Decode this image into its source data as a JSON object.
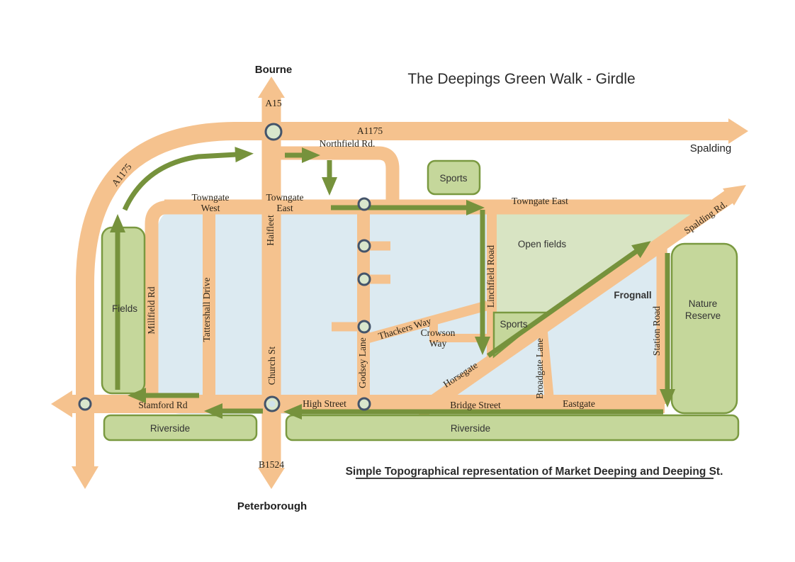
{
  "map": {
    "title": "The Deepings Green Walk - Girdle",
    "subtitle": "Simple Topographical representation of Market Deeping and Deeping St.",
    "places": {
      "north": "Bourne",
      "south": "Peterborough",
      "east": "Spalding"
    },
    "route_refs": {
      "a15": "A15",
      "a1175_top": "A1175",
      "a1175_curve": "A1175",
      "b1524": "B1524"
    },
    "roads": {
      "northfield": "Northfield Rd.",
      "towngate_west": [
        "Towngate",
        "West"
      ],
      "towngate_east": [
        "Towngate",
        "East"
      ],
      "towngate_east_far": "Towngate East",
      "spalding_rd": "Spalding Rd.",
      "halfleet": "Halfleet",
      "church_st": "Church St",
      "millfield": "Millfield Rd",
      "tattershall": "Tattershall Drive",
      "godsey": "Godsey Lane",
      "linchfield": "Linchfield Road",
      "broadgate": "Broadgate Lane",
      "station": "Station Road",
      "thackers": "Thackers Way",
      "crowson": [
        "Crowson",
        "Way"
      ],
      "horsegate": "Horsegate",
      "stamford": "Stamford Rd",
      "high_street": "High Street",
      "bridge_street": "Bridge Street",
      "eastgate": "Eastgate"
    },
    "areas": {
      "fields": "Fields",
      "sports_north": "Sports",
      "sports_south": "Sports",
      "open_fields": "Open fields",
      "frognall": "Frognall",
      "nature_reserve": [
        "Nature",
        "Reserve"
      ],
      "riverside_west": "Riverside",
      "riverside_east": "Riverside"
    },
    "colors": {
      "road": "#F5C28E",
      "town_area": "#DCEAF1",
      "open_fields": "#D8E4C3",
      "green_box_fill": "#C5D79B",
      "green_box_border": "#7A9940",
      "route": "#76923C",
      "node_border": "#44546A",
      "node_fill": "#D9E7CC",
      "text": "#333333",
      "road_text": "#2B2418"
    }
  }
}
